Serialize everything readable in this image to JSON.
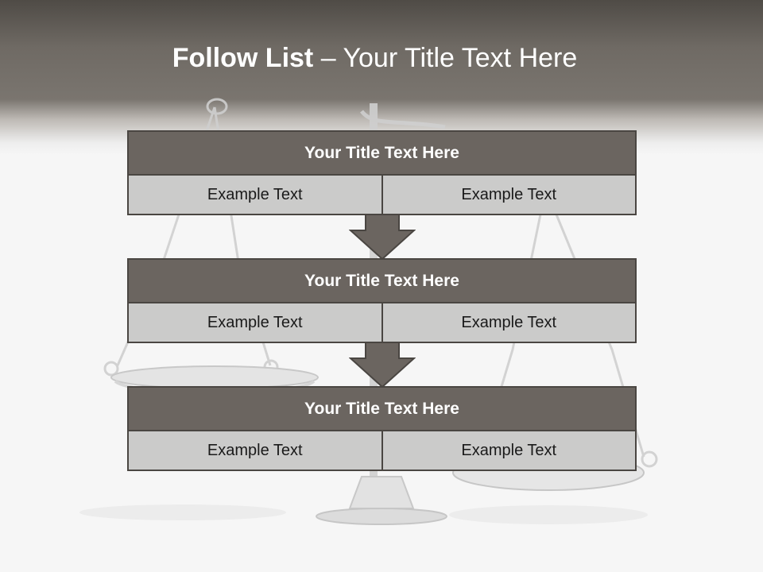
{
  "slide": {
    "title_bold": "Follow List",
    "title_rest": "– Your Title Text Here"
  },
  "blocks": [
    {
      "title": "Your Title Text Here",
      "left": "Example Text",
      "right": "Example Text"
    },
    {
      "title": "Your Title Text Here",
      "left": "Example Text",
      "right": "Example Text"
    },
    {
      "title": "Your Title Text Here",
      "left": "Example Text",
      "right": "Example Text"
    }
  ],
  "colors": {
    "header": "#6f6a64",
    "block_title_bg": "#6b6560",
    "cell_bg": "#cbcbca",
    "arrow": "#6b6560",
    "border": "#4a4642"
  },
  "icons": {
    "background": "scales-of-justice-image",
    "connector": "down-arrow-icon"
  }
}
